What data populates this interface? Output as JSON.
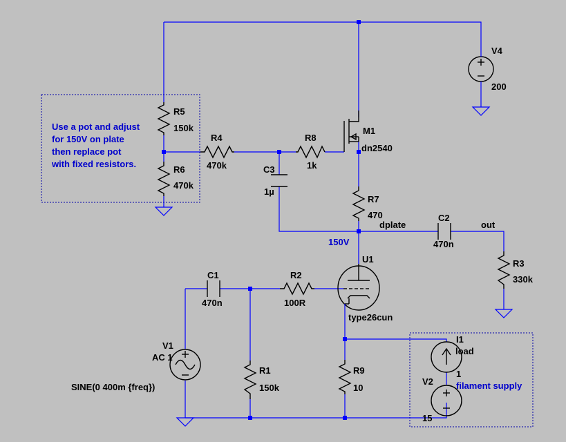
{
  "notes": {
    "pot_note": [
      "Use a pot and adjust",
      "for 150V on plate",
      "then replace pot",
      "with fixed resistors."
    ],
    "filament_note": "filament supply",
    "plate_voltage": "150V"
  },
  "nets": {
    "dplate": "dplate",
    "out": "out"
  },
  "components": {
    "R5": {
      "name": "R5",
      "value": "150k"
    },
    "R6": {
      "name": "R6",
      "value": "470k"
    },
    "R4": {
      "name": "R4",
      "value": "470k"
    },
    "R8": {
      "name": "R8",
      "value": "1k"
    },
    "C3": {
      "name": "C3",
      "value": "1µ"
    },
    "M1": {
      "name": "M1",
      "value": "dn2540"
    },
    "R7": {
      "name": "R7",
      "value": "470"
    },
    "C2": {
      "name": "C2",
      "value": "470n"
    },
    "R3": {
      "name": "R3",
      "value": "330k"
    },
    "V4": {
      "name": "V4",
      "value": "200"
    },
    "U1": {
      "name": "U1",
      "value": "type26cun"
    },
    "C1": {
      "name": "C1",
      "value": "470n"
    },
    "R2": {
      "name": "R2",
      "value": "100R"
    },
    "V1": {
      "name": "V1",
      "value": "AC 1",
      "value2": "SINE(0 400m {freq})"
    },
    "R1": {
      "name": "R1",
      "value": "150k"
    },
    "R9": {
      "name": "R9",
      "value": "10"
    },
    "I1": {
      "name": "I1",
      "value": "load"
    },
    "V2": {
      "name": "V2",
      "value": "1",
      "value2": "15"
    }
  },
  "colors": {
    "background": "#c0c0c0",
    "wire": "#0000ff",
    "component": "#000000",
    "note": "#0000cc"
  }
}
